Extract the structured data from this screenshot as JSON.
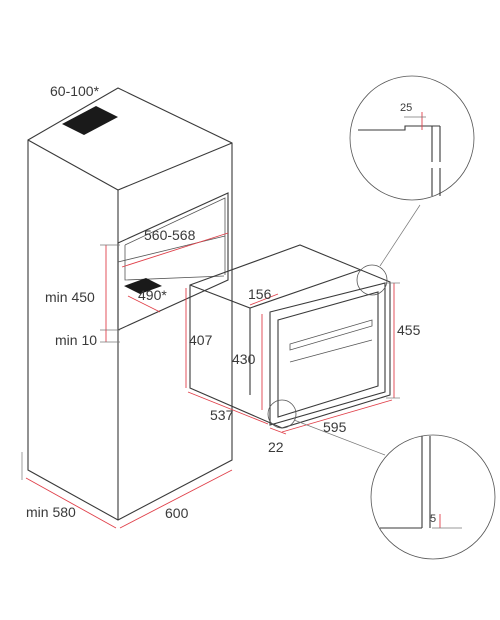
{
  "colors": {
    "line": "#3a3a3a",
    "dimension": "#e0404a",
    "vent": "#1a1a1a",
    "background": "#ffffff"
  },
  "labels": {
    "vent": "60-100*",
    "niche_width": "560-568",
    "niche_height": "min 450",
    "base_gap": "min 10",
    "depth_inner": "490*",
    "oven_depth_top": "156",
    "oven_height_407": "407",
    "oven_height_430": "430",
    "oven_height_455": "455",
    "oven_depth": "537",
    "oven_width": "595",
    "door_offset": "22",
    "cabinet_depth": "min 580",
    "cabinet_width": "600",
    "detail_top": "25",
    "detail_bottom": "5"
  }
}
